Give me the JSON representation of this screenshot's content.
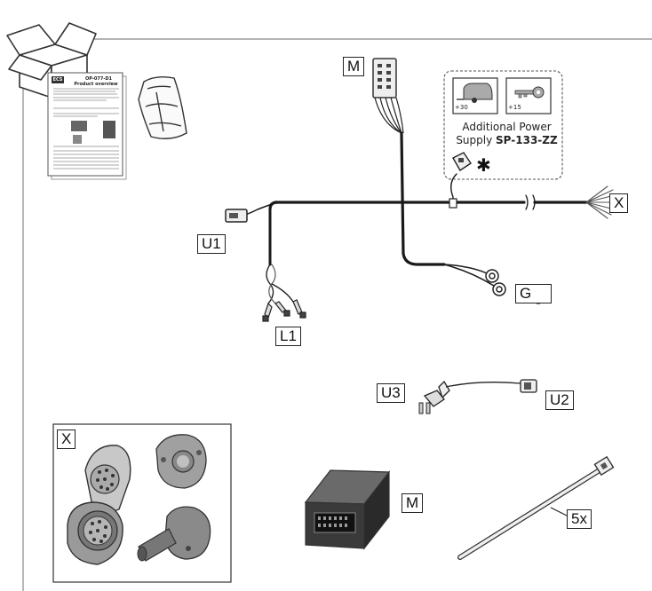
{
  "labels": {
    "m_top": "M",
    "x_right": "X",
    "u1": "U1",
    "l1": "L1",
    "g": "G",
    "u3": "U3",
    "u2": "U2",
    "x_box": "X",
    "m_module": "M",
    "qty": "5x"
  },
  "power_supply": {
    "line1": "Additional Power",
    "line2_prefix": "Supply ",
    "part_number": "SP-133-ZZ",
    "icon_left_caption": "+30",
    "icon_right_caption": "+15",
    "asterisk": "✱"
  },
  "manual": {
    "brand": "ECS",
    "code": "OP-077-D1",
    "title": "Product overview"
  },
  "colors": {
    "cable": "#1a1a1a",
    "stroke": "#333333",
    "fill_light": "#e6e6e6",
    "fill_mid": "#b8b8b8",
    "fill_dark": "#4a4a4a"
  },
  "icons": {
    "box": "package-box-icon",
    "bag": "plastic-bag-icon",
    "caravan": "caravan-icon",
    "key": "key-icon",
    "ground": "ground-symbol-icon"
  }
}
